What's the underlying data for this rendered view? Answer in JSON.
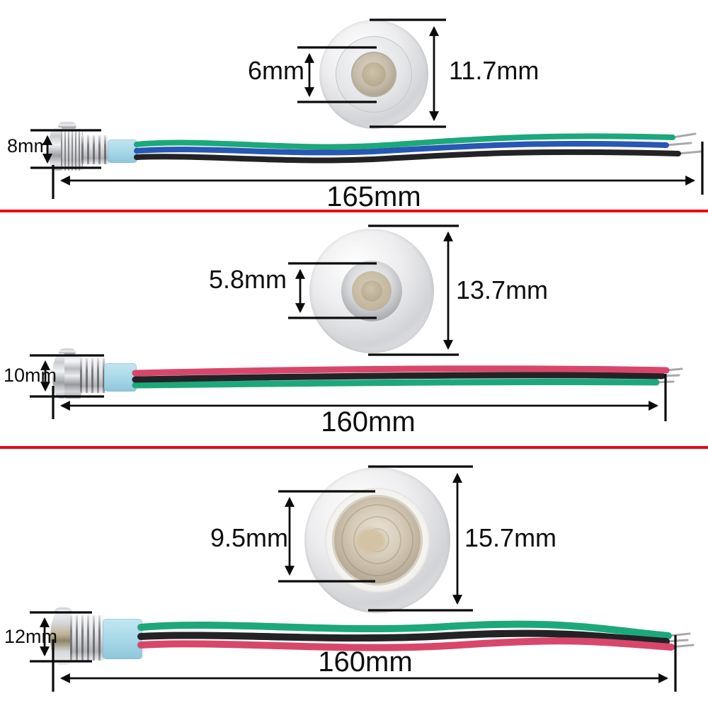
{
  "sections": [
    {
      "face": {
        "inner_diameter": "6mm",
        "outer_diameter": "11.7mm"
      },
      "side": {
        "height": "8mm",
        "length": "165mm"
      },
      "wires": [
        "green",
        "blue",
        "black"
      ]
    },
    {
      "face": {
        "inner_diameter": "5.8mm",
        "outer_diameter": "13.7mm"
      },
      "side": {
        "height": "10mm",
        "length": "160mm"
      },
      "wires": [
        "red",
        "black",
        "green"
      ]
    },
    {
      "face": {
        "inner_diameter": "9.5mm",
        "outer_diameter": "15.7mm"
      },
      "side": {
        "height": "12mm",
        "length": "160mm"
      },
      "wires": [
        "green",
        "black",
        "red"
      ]
    }
  ],
  "colors": {
    "divider_red": "#ea0713",
    "dimension_line": "#0b0b0b",
    "wire_green": "#1ca87b",
    "wire_blue": "#2857b4",
    "wire_black": "#232326",
    "wire_red": "#d8476b",
    "wire_tip_silver": "#a9a9ad",
    "sleeve_blue": "#a6d7e8"
  }
}
